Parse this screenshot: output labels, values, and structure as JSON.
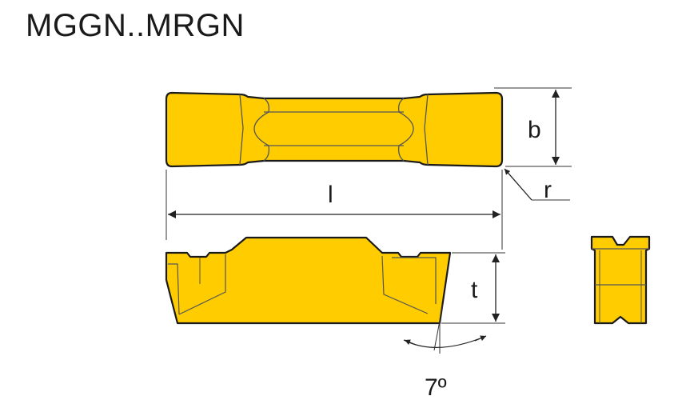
{
  "title": "MGGN..MRGN",
  "labels": {
    "length": "l",
    "width": "b",
    "radius": "r",
    "thickness": "t",
    "angle": "7º"
  },
  "colors": {
    "insert_fill": "#FFCC00",
    "outline": "#1a1a1a",
    "dimension_line": "#333333",
    "background": "#ffffff"
  }
}
